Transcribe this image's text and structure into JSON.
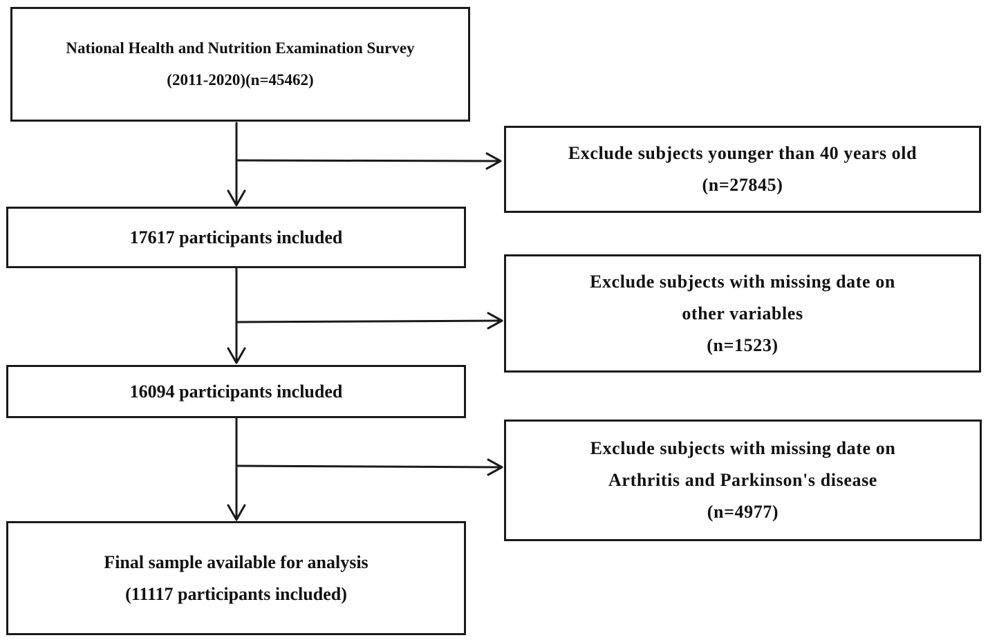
{
  "flowchart": {
    "source": {
      "line1": "National Health and Nutrition Examination Survey",
      "line2": "(2011-2020)(n=45462)"
    },
    "exclusion_1": {
      "line1": "Exclude subjects younger than 40 years old",
      "line2": "(n=27845)"
    },
    "included_1": {
      "line1": "17617 participants included"
    },
    "exclusion_2": {
      "line1": "Exclude subjects with missing date on",
      "line2": "other variables",
      "line3": "(n=1523)"
    },
    "included_2": {
      "line1": "16094 participants included"
    },
    "exclusion_3": {
      "line1": "Exclude subjects with missing date on",
      "line2": "Arthritis and Parkinson's disease",
      "line3": "(n=4977)"
    },
    "final": {
      "line1": "Final sample available for analysis",
      "line2": "(11117 participants included)"
    }
  }
}
